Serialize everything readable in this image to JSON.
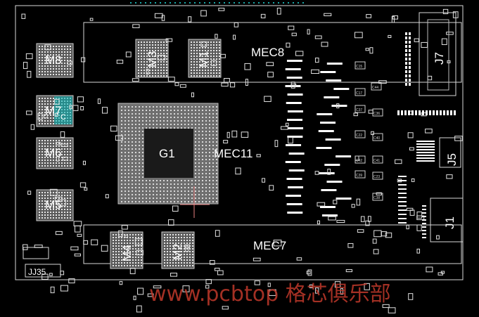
{
  "board": {
    "background": "#000000",
    "outline_color": "#d9d9d9",
    "component_color": "#ffffff",
    "accent_color": "#00c0c0",
    "marker_color": "#e88080"
  },
  "labels": {
    "mec8": "MEC8",
    "mec11": "MEC11",
    "mec7": "MEC7",
    "g1": "G1",
    "m1": "M1",
    "m2": "M2",
    "m3": "M3",
    "m4": "M4",
    "m5": "M5",
    "m6": "M6",
    "m7": "M7",
    "m8": "M8",
    "j1": "J1",
    "j5": "J5",
    "j7": "J7",
    "jj35": "JJ35",
    "c": "C"
  },
  "small_refs": [
    "C15",
    "C17",
    "C37",
    "C36",
    "C22",
    "C40",
    "C42",
    "C41",
    "C39",
    "C23",
    "C38",
    "C44"
  ],
  "watermark": "www.pcbtop 格芯俱乐部"
}
